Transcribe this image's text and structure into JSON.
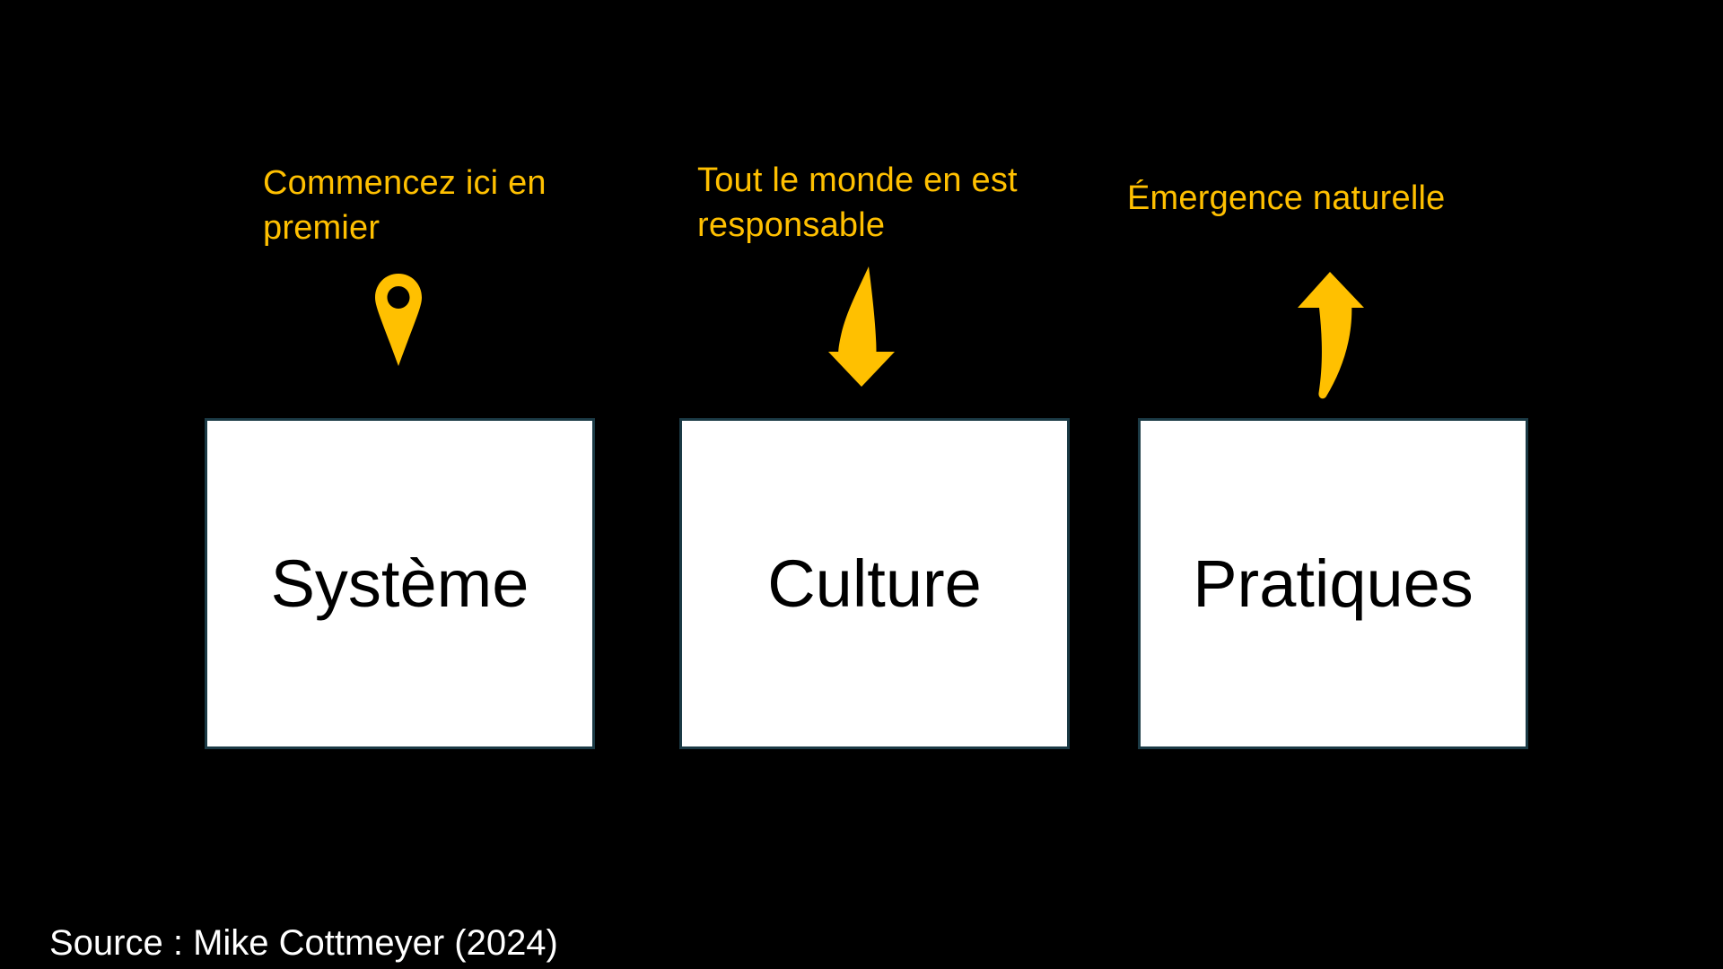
{
  "canvas": {
    "background": "#000000"
  },
  "annotations": [
    {
      "id": "start-here",
      "text": "Commencez ici en premier",
      "icon": "map-pin-icon",
      "color": "#FFC000"
    },
    {
      "id": "everyone-responsible",
      "text": "Tout le monde en est responsable",
      "icon": "curved-down-arrow-icon",
      "color": "#FFC000"
    },
    {
      "id": "natural-emergence",
      "text": "Émergence naturelle",
      "icon": "curved-up-arrow-icon",
      "color": "#FFC000"
    }
  ],
  "boxes": [
    {
      "label": "Système"
    },
    {
      "label": "Culture"
    },
    {
      "label": "Pratiques"
    }
  ],
  "source": {
    "text": "Source : Mike Cottmeyer (2024)"
  },
  "colors": {
    "background": "#000000",
    "accent_gold": "#FFC000",
    "box_fill": "#FFFFFF",
    "box_border": "#1B3A45",
    "box_label_text": "#000000",
    "source_text": "#FFFFFF"
  }
}
